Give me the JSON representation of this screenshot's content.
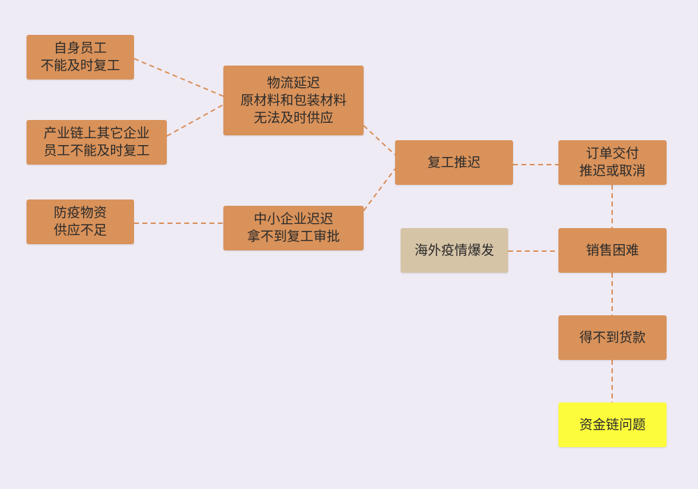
{
  "colors": {
    "background": "#efebf5",
    "node_default": "#d9925a",
    "node_external": "#d6c4a7",
    "node_result": "#fdfc3c",
    "connector": "#d98e58"
  },
  "nodes": [
    {
      "id": "self-staff",
      "lines": [
        "自身员工",
        "不能及时复工"
      ],
      "color": "#d9925a"
    },
    {
      "id": "chain-staff",
      "lines": [
        "产业链上其它企业",
        "员工不能及时复工"
      ],
      "color": "#d9925a"
    },
    {
      "id": "epidemic-supply",
      "lines": [
        "防疫物资",
        "供应不足"
      ],
      "color": "#d9925a"
    },
    {
      "id": "logistics",
      "lines": [
        "物流延迟",
        "原材料和包装材料",
        "无法及时供应"
      ],
      "color": "#d9925a"
    },
    {
      "id": "sme-approval",
      "lines": [
        "中小企业迟迟",
        "拿不到复工审批"
      ],
      "color": "#d9925a"
    },
    {
      "id": "resume-delay",
      "lines": [
        "复工推迟"
      ],
      "color": "#d9925a"
    },
    {
      "id": "order-delay",
      "lines": [
        "订单交付",
        "推迟或取消"
      ],
      "color": "#d9925a"
    },
    {
      "id": "overseas",
      "lines": [
        "海外疫情爆发"
      ],
      "color": "#d6c4a7"
    },
    {
      "id": "sales",
      "lines": [
        "销售困难"
      ],
      "color": "#d9925a"
    },
    {
      "id": "payment",
      "lines": [
        "得不到货款"
      ],
      "color": "#d9925a"
    },
    {
      "id": "capital",
      "lines": [
        "资金链问题"
      ],
      "color": "#fdfc3c"
    }
  ],
  "edges": [
    [
      "self-staff",
      "logistics"
    ],
    [
      "chain-staff",
      "logistics"
    ],
    [
      "epidemic-supply",
      "sme-approval"
    ],
    [
      "logistics",
      "resume-delay"
    ],
    [
      "sme-approval",
      "resume-delay"
    ],
    [
      "resume-delay",
      "order-delay"
    ],
    [
      "order-delay",
      "sales"
    ],
    [
      "overseas",
      "sales"
    ],
    [
      "sales",
      "payment"
    ],
    [
      "payment",
      "capital"
    ]
  ]
}
